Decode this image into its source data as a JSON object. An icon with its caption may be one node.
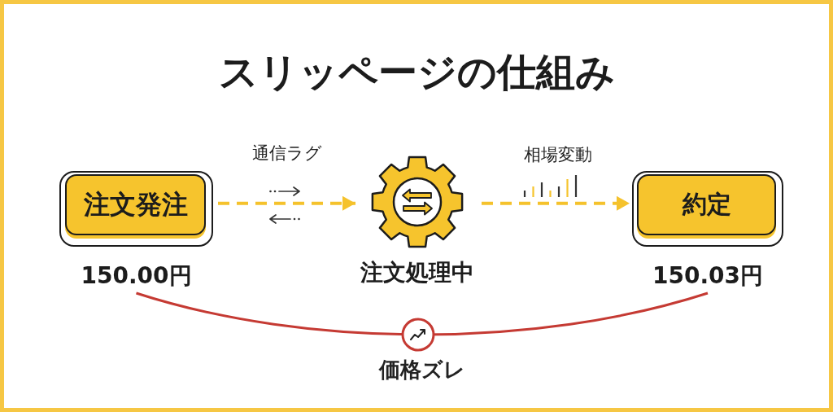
{
  "diagram": {
    "title": "スリッページの仕組み",
    "nodes": [
      {
        "text": [
          "注文発注"
        ],
        "beside": [
          "150.00円"
        ]
      },
      {
        "text": [],
        "shape": "gear",
        "beside": [
          "注文処理中"
        ]
      },
      {
        "text": [
          "約定"
        ],
        "beside": [
          "150.03円"
        ]
      }
    ],
    "edges": [
      {
        "from": 0,
        "to": 1,
        "arrow": "to",
        "label": "通信ラグ",
        "style": "dashed"
      },
      {
        "from": 1,
        "to": 2,
        "arrow": "to",
        "label": "相場変動",
        "style": "dashed"
      },
      {
        "from": 0,
        "to": 2,
        "arrow": "none",
        "label": "価格ズレ",
        "color": "#c53a33"
      }
    ]
  }
}
